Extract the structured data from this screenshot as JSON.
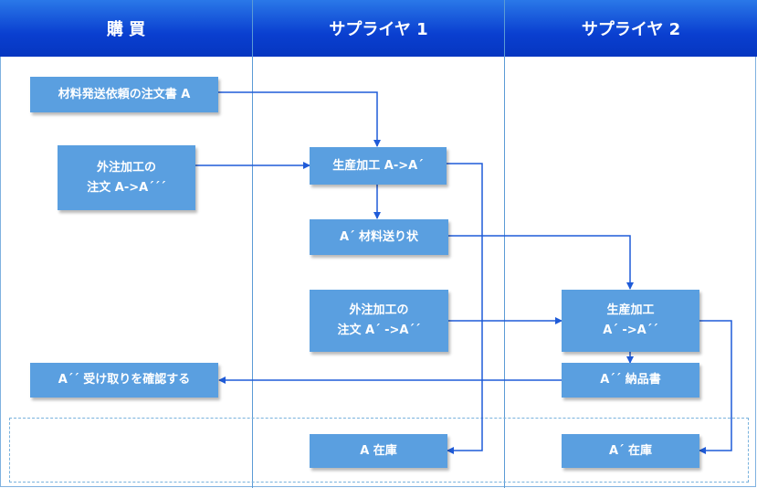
{
  "lanes": [
    "購 買",
    "サプライヤ 1",
    "サプライヤ 2"
  ],
  "nodes": {
    "order_material": "材料発送依頼の注文書 A",
    "outsource_order_1": "外注加工の\n注文 A->A´´´",
    "production_1": "生産加工 A->A´",
    "material_note": "A´ 材料送り状",
    "outsource_order_2": "外注加工の\n注文 A´ ->A´´",
    "production_2": "生産加工\nA´ ->A´´",
    "delivery_note": "A´´ 納品書",
    "confirm_receipt": "A´´ 受け取りを確認する",
    "stock_1": "A 在庫",
    "stock_2": "A´ 在庫"
  },
  "colors": {
    "header": "#0a3fd0",
    "box": "#5a9fe0",
    "connector": "#1f5bd8",
    "lane_line": "#5b9bd5"
  }
}
